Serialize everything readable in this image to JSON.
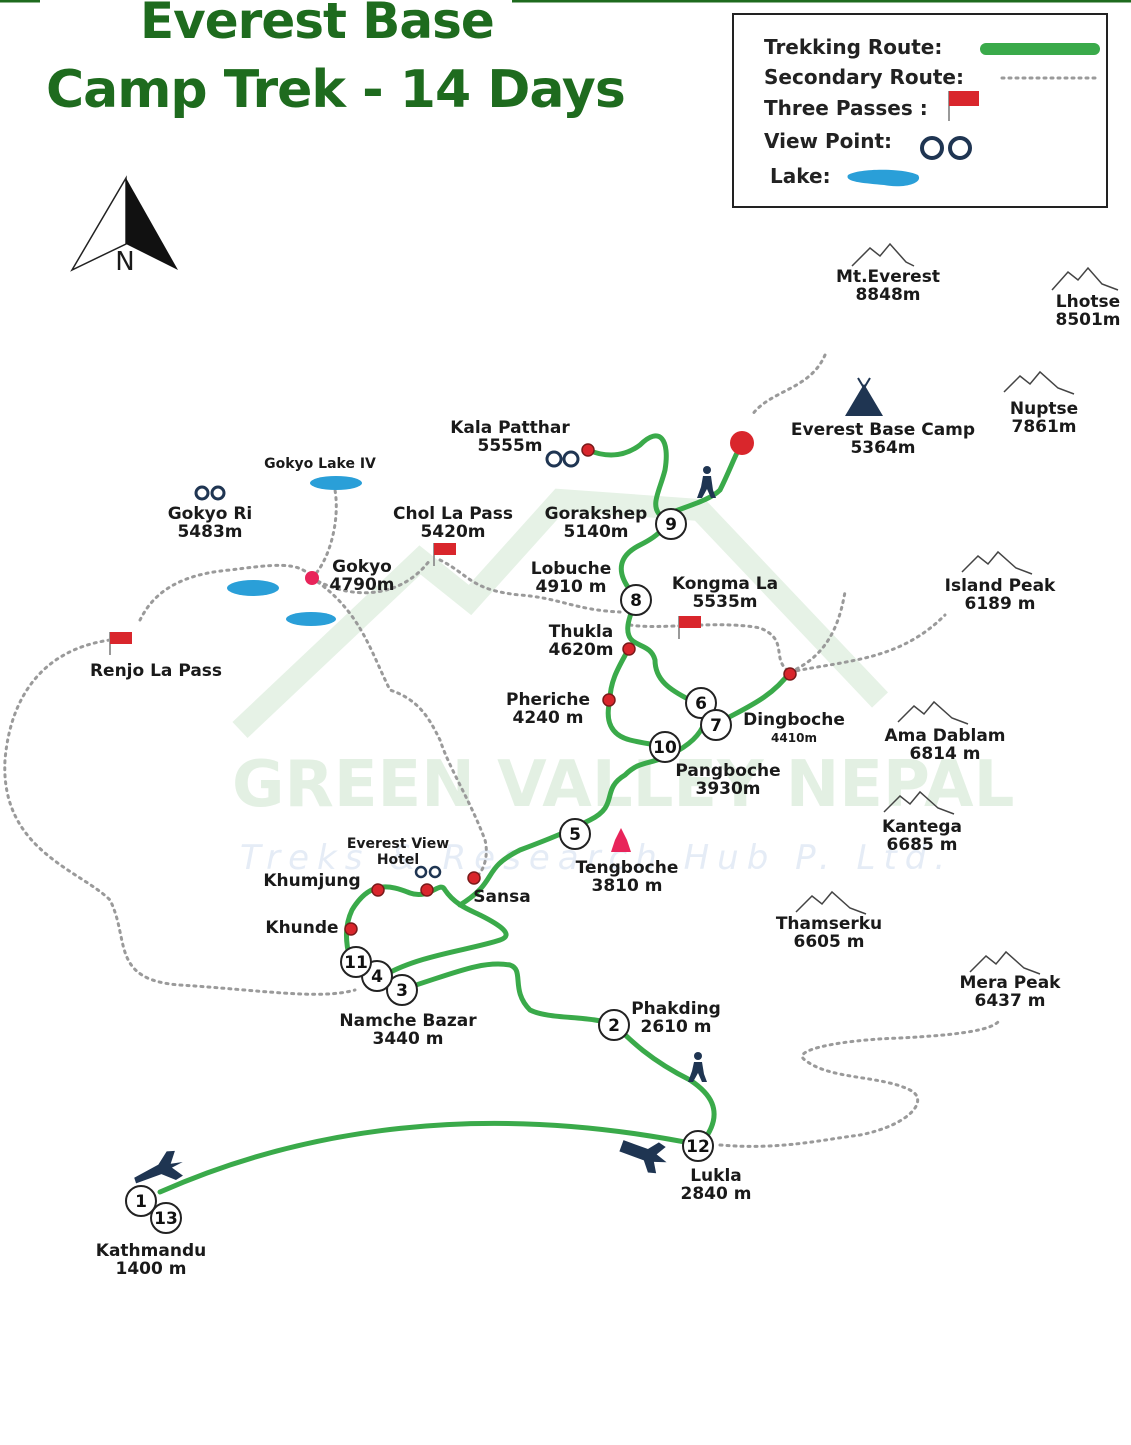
{
  "title": {
    "line1": "Everest Base",
    "line2": "Camp Trek - 14 Days"
  },
  "legend": {
    "trekking_route": "Trekking Route:",
    "secondary_route": "Secondary  Route:",
    "three_passes": "Three Passes :",
    "view_point": "View Point:",
    "lake": "Lake:"
  },
  "compass": {
    "label": "N"
  },
  "watermark": {
    "name": "GREEN VALLEY NEPAL",
    "tagline": "Treks & Research Hub P. Ltd."
  },
  "colors": {
    "route": "#3aaa4a",
    "title": "#1e6b1e",
    "pass_flag": "#d9262c",
    "lake": "#2a9fd8",
    "secondary": "#9a9a9a",
    "stop": "#d9262c",
    "icon": "#1f3552"
  },
  "mountains": {
    "everest": {
      "name": "Mt.Everest",
      "alt": "8848m"
    },
    "lhotse": {
      "name": "Lhotse",
      "alt": "8501m"
    },
    "nuptse": {
      "name": "Nuptse",
      "alt": "7861m"
    },
    "island_peak": {
      "name": "Island Peak",
      "alt": "6189 m"
    },
    "ama_dablam": {
      "name": "Ama Dablam",
      "alt": "6814 m"
    },
    "kantega": {
      "name": "Kantega",
      "alt": "6685 m"
    },
    "thamserku": {
      "name": "Thamserku",
      "alt": "6605 m"
    },
    "mera_peak": {
      "name": "Mera Peak",
      "alt": "6437 m"
    }
  },
  "places": {
    "ebc": {
      "name": "Everest Base Camp",
      "alt": "5364m"
    },
    "kala_patthar": {
      "name": "Kala Patthar",
      "alt": "5555m"
    },
    "gorakshep": {
      "name": "Gorakshep",
      "alt": "5140m"
    },
    "lobuche": {
      "name": "Lobuche",
      "alt": "4910 m"
    },
    "kongma_la": {
      "name": "Kongma La",
      "alt": "5535m"
    },
    "thukla": {
      "name": "Thukla",
      "alt": "4620m"
    },
    "pheriche": {
      "name": "Pheriche",
      "alt": "4240 m"
    },
    "dingboche": {
      "name": "Dingboche",
      "alt": "4410m"
    },
    "pangboche": {
      "name": "Pangboche",
      "alt": "3930m"
    },
    "tengboche": {
      "name": "Tengboche",
      "alt": "3810 m"
    },
    "sansa": {
      "name": "Sansa"
    },
    "everest_view_hotel": {
      "name": "Everest View",
      "name2": "Hotel"
    },
    "khumjung": {
      "name": "Khumjung"
    },
    "khunde": {
      "name": "Khunde"
    },
    "namche": {
      "name": "Namche Bazar",
      "alt": "3440 m"
    },
    "phakding": {
      "name": "Phakding",
      "alt": "2610 m"
    },
    "lukla": {
      "name": "Lukla",
      "alt": "2840 m"
    },
    "kathmandu": {
      "name": "Kathmandu",
      "alt": "1400 m"
    },
    "gokyo_ri": {
      "name": "Gokyo Ri",
      "alt": "5483m"
    },
    "gokyo_lake": {
      "name": "Gokyo Lake IV"
    },
    "gokyo": {
      "name": "Gokyo",
      "alt": "4790m"
    },
    "chola": {
      "name": "Chol La Pass",
      "alt": "5420m"
    },
    "renjo": {
      "name": "Renjo La Pass"
    }
  },
  "days": [
    "1",
    "2",
    "3",
    "4",
    "5",
    "6",
    "7",
    "8",
    "9",
    "10",
    "11",
    "12",
    "13"
  ]
}
